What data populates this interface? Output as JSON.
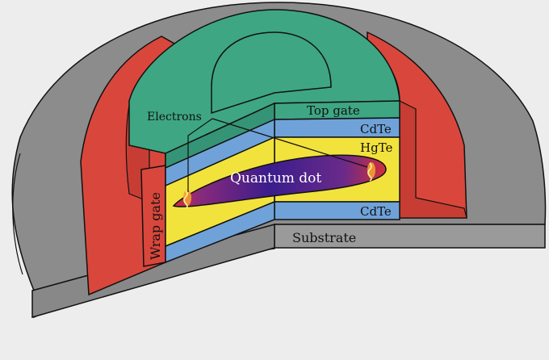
{
  "labels": {
    "electrons": "Electrons",
    "top_gate": "Top gate",
    "cdte_top": "CdTe",
    "hgte": "HgTe",
    "quantum_dot": "Quantum dot",
    "cdte_bottom": "CdTe",
    "substrate": "Substrate",
    "wrap_gate": "Wrap gate"
  },
  "colors": {
    "background": "#ededed",
    "substrate": "#8c8c8c",
    "wrap_gate": "#d9473c",
    "top_gate": "#3ea683",
    "cdte": "#6fa2d8",
    "hgte": "#f2e23c",
    "quantum_dot_center": "#3a1d8c",
    "quantum_dot_edge": "#d0303a"
  }
}
